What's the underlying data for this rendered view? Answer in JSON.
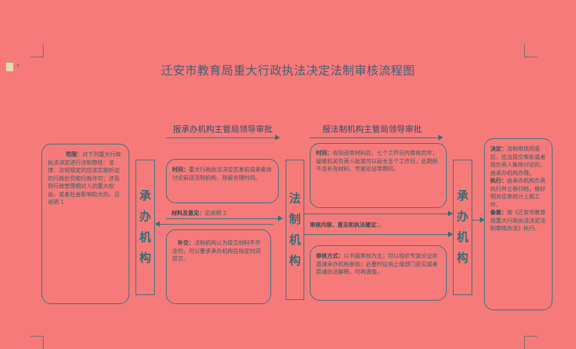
{
  "title": "迁安市教育局重大行政执法决定法制审核流程图",
  "flow": {
    "top_label_1": "报承办机构主管局领导审批",
    "top_label_2": "报法制机构主管局领导审批",
    "left_node": "承办机构",
    "middle_node": "法制机构",
    "right_node": "承办机构"
  },
  "scope_box": {
    "label": "范围：",
    "text": "对下列重大行政执法决定进行法制审核：法律、法规规定的应该实施听证的行政处罚和行政许可；涉及到行政管理相对人的重大权益，或者社会影响较大的。见说明 1"
  },
  "time_box_left": {
    "label": "时间：",
    "text": "重大行政执法决定签发前或者集体讨论前送法制机构，预留合理时间。"
  },
  "materials": {
    "label": "材料及意见：",
    "text": "见说明 2"
  },
  "supplement_box": {
    "label": "补交：",
    "text": "法制机构认为提交材料不齐全的，可以要求承办机构在指定时间提交。"
  },
  "time_box_right": {
    "label": "时间：",
    "text": "收到送审材料后，七个工作日内审核完毕；疑难机关负责人批准可以延长五个工作日。此期限不含补充材料、专家论证等期间。"
  },
  "review_content": {
    "label": "审核内容、意见和执法建议：",
    "text": "。"
  },
  "method_box": {
    "label": "审核方式：",
    "text": "以书面审核为主；可以组织专家论证并邀请承办机构参加；必要时征询上级部门意见或者提请执法解释。可再调查。"
  },
  "decision_box": {
    "decision_label": "决定：",
    "decision_text": "法制审核同意后，应当提交审批或者局负责人集体讨论的，由承办机构办理。",
    "execute_label": "执行：",
    "execute_text": "由承办机构负责执行并立卷归档，做好相关信息统计上报工作。",
    "filing_label": "备案：",
    "filing_text": "按《迁安市教育局重大行政执法决定法制审核办法》执行。"
  },
  "colors": {
    "background": "#f77a7a",
    "line": "#2f6f78",
    "title": "#3c5f78"
  },
  "icons": [
    "document-icon",
    "dropdown-arrow-icon"
  ]
}
